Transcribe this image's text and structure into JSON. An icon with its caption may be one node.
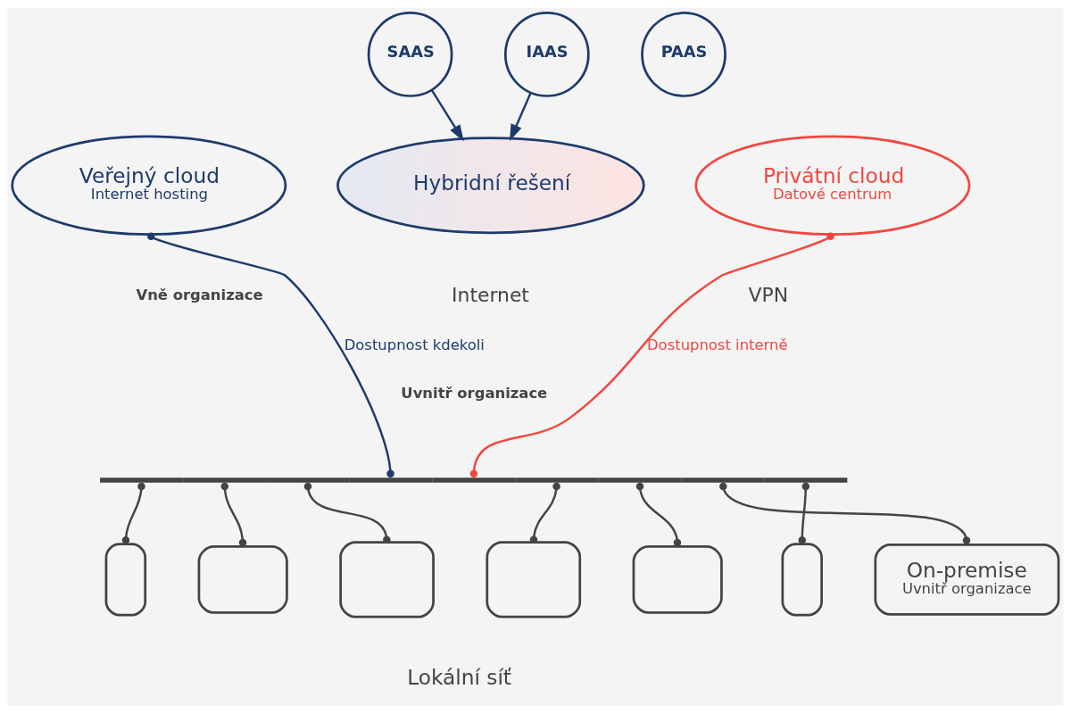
{
  "diagram": {
    "nodes": [
      {
        "text": [
          "SAAS"
        ]
      },
      {
        "text": [
          "IAAS"
        ]
      },
      {
        "text": [
          "PAAS"
        ]
      },
      {
        "text": [
          "Hybridní řešení"
        ]
      },
      {
        "text": [
          "Veřejný cloud",
          "Internet hosting"
        ]
      },
      {
        "text": [
          "Privátní cloud",
          "Datové centrum"
        ]
      },
      {
        "text": [],
        "shape": "bar"
      },
      {
        "text": [],
        "shape": "box"
      },
      {
        "text": [],
        "shape": "box"
      },
      {
        "text": [],
        "shape": "box"
      },
      {
        "text": [],
        "shape": "box"
      },
      {
        "text": [],
        "shape": "box"
      },
      {
        "text": [],
        "shape": "box"
      },
      {
        "text": [
          "On-premise",
          "Uvnitř organizace"
        ]
      }
    ],
    "edges": [
      {
        "from": 0,
        "to": 3,
        "arrow": "to",
        "color": "#1d3b6c"
      },
      {
        "from": 1,
        "to": 3,
        "arrow": "to",
        "color": "#1d3b6c"
      },
      {
        "from": 4,
        "to": 6,
        "arrow": "other",
        "label": "Dostupnost kdekoli",
        "color": "#1d3b6c"
      },
      {
        "from": 5,
        "to": 6,
        "arrow": "other",
        "label": "Dostupnost interně",
        "color": "#f2473f"
      },
      {
        "from": 13,
        "to": 6,
        "arrow": "other"
      },
      {
        "from": 6,
        "to": 7,
        "arrow": "other"
      },
      {
        "from": 6,
        "to": 8,
        "arrow": "other"
      },
      {
        "from": 6,
        "to": 9,
        "arrow": "other"
      },
      {
        "from": 6,
        "to": 10,
        "arrow": "other"
      },
      {
        "from": 6,
        "to": 11,
        "arrow": "other"
      },
      {
        "from": 6,
        "to": 12,
        "arrow": "other"
      }
    ],
    "labels": [
      "Vně organizace",
      "Internet",
      "VPN",
      "Uvnitř organizace",
      "Lokální síť"
    ]
  }
}
